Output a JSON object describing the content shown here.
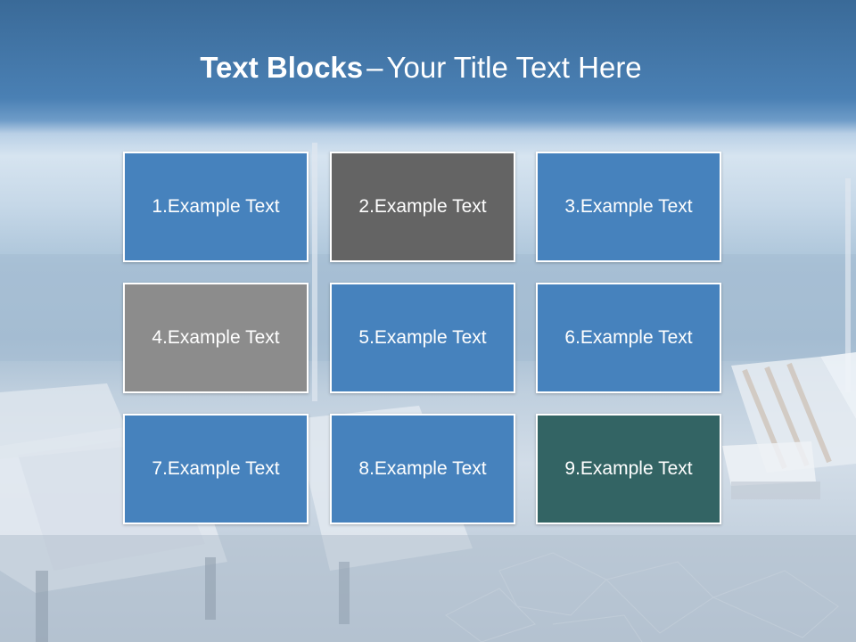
{
  "title": {
    "bold": "Text Blocks",
    "dash": "–",
    "rest": "Your Title Text Here"
  },
  "blocks": [
    {
      "label": "1.Example Text",
      "color": "#4682bd"
    },
    {
      "label": "2.Example Text",
      "color": "#646464"
    },
    {
      "label": "3.Example Text",
      "color": "#4682bd"
    },
    {
      "label": "4.Example Text",
      "color": "#8c8c8c"
    },
    {
      "label": "5.Example Text",
      "color": "#4682bd"
    },
    {
      "label": "6.Example Text",
      "color": "#4682bd"
    },
    {
      "label": "7.Example Text",
      "color": "#4682bd"
    },
    {
      "label": "8.Example Text",
      "color": "#4682bd"
    },
    {
      "label": "9.Example Text",
      "color": "#336464"
    }
  ]
}
